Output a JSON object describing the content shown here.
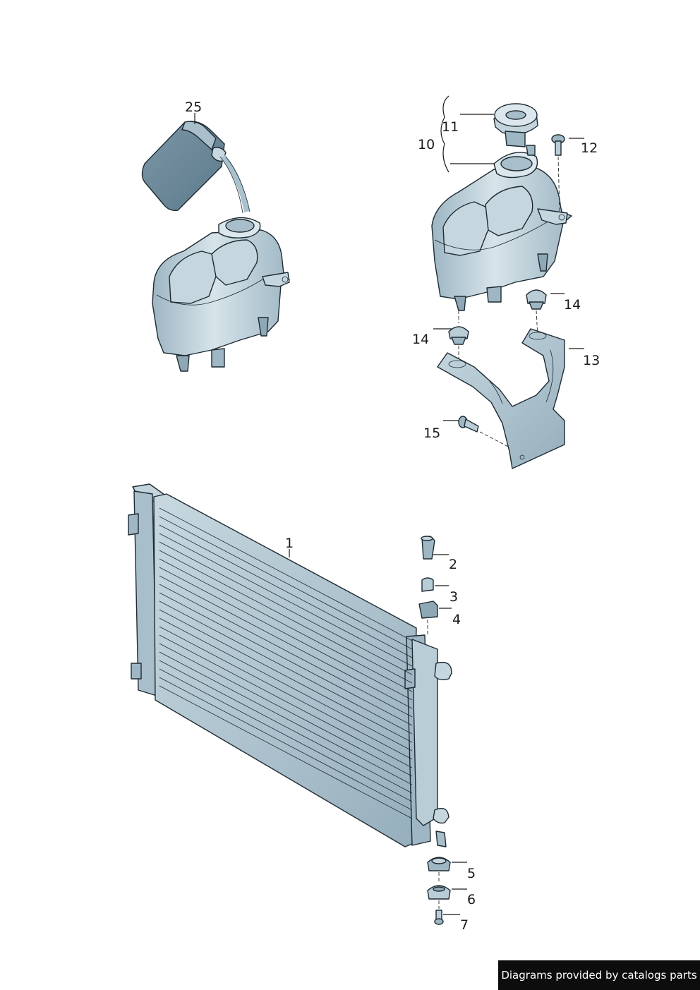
{
  "colors": {
    "part_fill": "#b9cdd7",
    "part_fill_dark": "#8fa8b6",
    "part_fill_light": "#dbe7ed",
    "outline": "#1e2a32",
    "banner_bg": "#0d0d0d",
    "banner_text": "#ffffff"
  },
  "callouts": {
    "c25": "25",
    "c11": "11",
    "c10": "10",
    "c12": "12",
    "c14a": "14",
    "c14b": "14",
    "c13": "13",
    "c15": "15",
    "c1": "1",
    "c2": "2",
    "c3": "3",
    "c4": "4",
    "c5": "5",
    "c6": "6",
    "c7": "7"
  },
  "footer": {
    "text": "Diagrams provided by catalogs parts"
  }
}
